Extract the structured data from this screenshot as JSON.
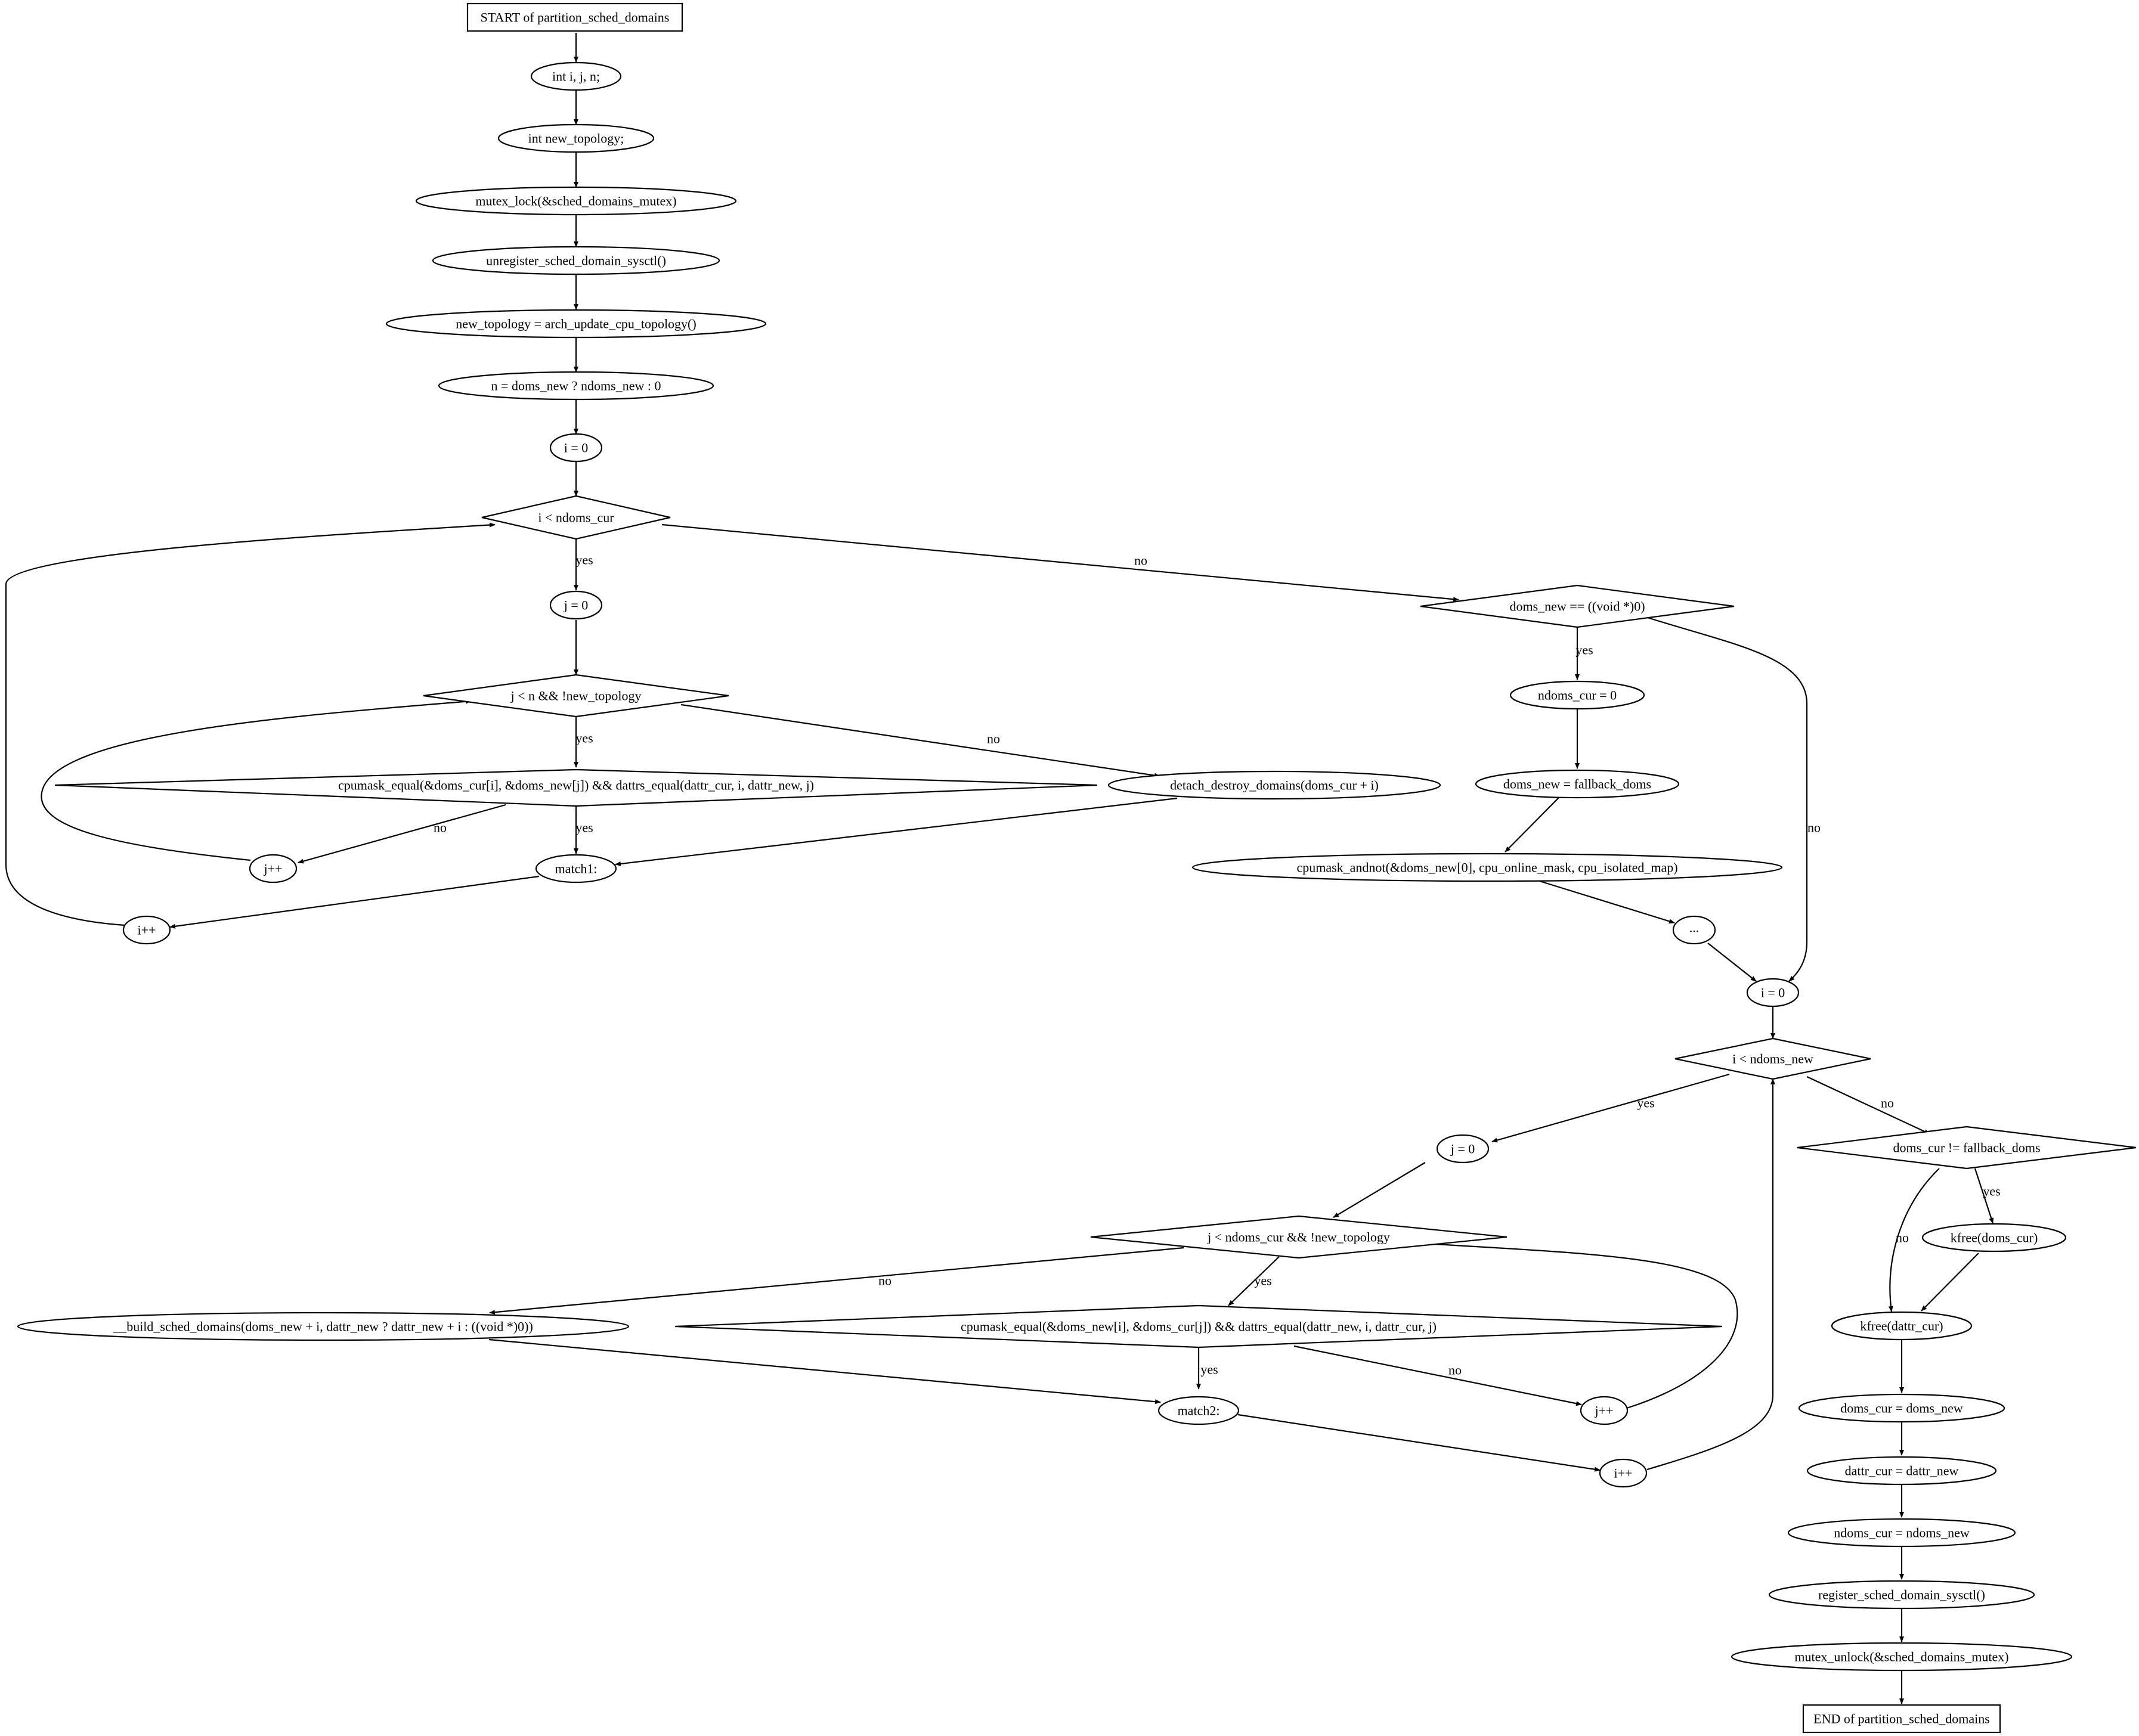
{
  "diagram": {
    "colors": {
      "lock_fill": "#add8e6",
      "unlock_fill": "#ffff00",
      "stroke": "#000000",
      "background": "#ffffff"
    },
    "nodes": {
      "start": "START of partition_sched_domains",
      "decl_ijn": "int i, j, n;",
      "decl_topo": "int new_topology;",
      "lock": "mutex_lock(&sched_domains_mutex)",
      "unregister": "unregister_sched_domain_sysctl()",
      "new_topo": "new_topology = arch_update_cpu_topology()",
      "n_assign": "n = doms_new ? ndoms_new : 0",
      "i0_a": "i = 0",
      "cond_i_cur": "i < ndoms_cur",
      "j0_a": "j = 0",
      "cond_j_n": "j < n && !new_topology",
      "cond_eq1": "cpumask_equal(&doms_cur[i], &doms_new[j]) && dattrs_equal(dattr_cur, i, dattr_new, j)",
      "detach": "detach_destroy_domains(doms_cur + i)",
      "jpp_a": "j++",
      "match1": "match1:",
      "ipp_a": "i++",
      "cond_null": "doms_new == ((void *)0)",
      "ndoms_cur0": "ndoms_cur = 0",
      "fallback": "doms_new = fallback_doms",
      "andnot": "cpumask_andnot(&doms_new[0], cpu_online_mask, cpu_isolated_map)",
      "ellipsis": "...",
      "i0_b": "i = 0",
      "cond_i_new": "i < ndoms_new",
      "j0_b": "j = 0",
      "cond_j_cur": "j < ndoms_cur && !new_topology",
      "build": "__build_sched_domains(doms_new + i, dattr_new ? dattr_new + i : ((void *)0))",
      "cond_eq2": "cpumask_equal(&doms_new[i], &doms_cur[j]) && dattrs_equal(dattr_new, i, dattr_cur, j)",
      "match2": "match2:",
      "jpp_b": "j++",
      "ipp_b": "i++",
      "cond_fb": "doms_cur != fallback_doms",
      "kfree_doms": "kfree(doms_cur)",
      "kfree_dattr": "kfree(dattr_cur)",
      "doms_cur_assign": "doms_cur = doms_new",
      "dattr_cur_assign": "dattr_cur = dattr_new",
      "ndoms_cur_assign": "ndoms_cur = ndoms_new",
      "register": "register_sched_domain_sysctl()",
      "unlock": "mutex_unlock(&sched_domains_mutex)",
      "end": "END of partition_sched_domains"
    },
    "edge_labels": {
      "yes": "yes",
      "no": "no"
    }
  }
}
